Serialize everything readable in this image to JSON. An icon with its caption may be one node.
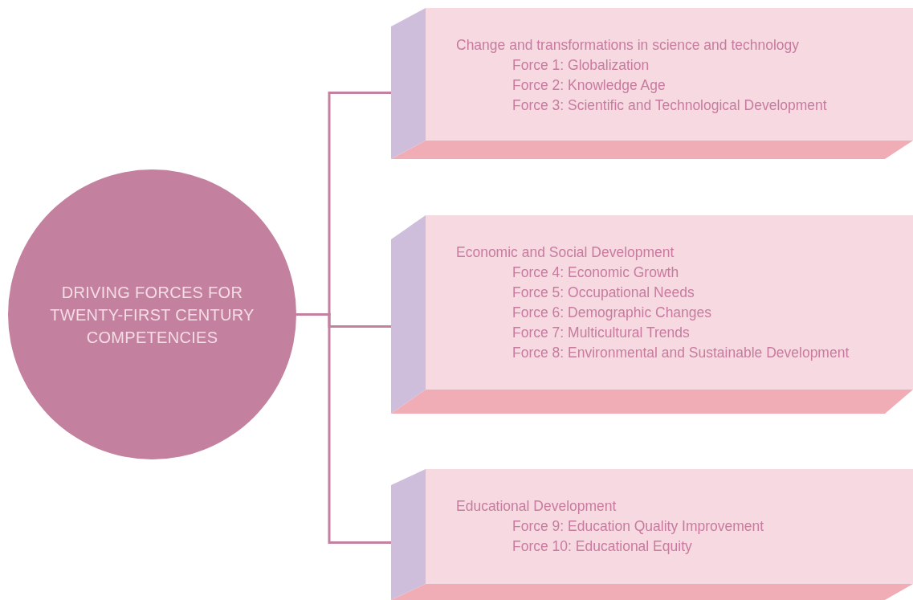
{
  "diagram": {
    "nodes": [
      {
        "text": [
          "DRIVING FORCES FOR TWENTY-FIRST CENTURY COMPETENCIES"
        ]
      },
      {
        "text": [
          "Change and transformations in science and technology",
          "Force 1: Globalization",
          "Force 2: Knowledge Age",
          "Force 3: Scientific and Technological Development"
        ]
      },
      {
        "text": [
          "Economic and Social Development",
          "Force 4: Economic Growth",
          "Force 5: Occupational Needs",
          "Force 6: Demographic Changes",
          "Force 7: Multicultural Trends",
          "Force 8: Environmental and Sustainable Development"
        ]
      },
      {
        "text": [
          "Educational Development",
          "Force 9: Education Quality Improvement",
          "Force 10: Educational Equity"
        ]
      }
    ],
    "edges": [
      {
        "from": 0,
        "to": 1,
        "arrow": "none"
      },
      {
        "from": 0,
        "to": 2,
        "arrow": "none"
      },
      {
        "from": 0,
        "to": 3,
        "arrow": "none"
      }
    ]
  }
}
